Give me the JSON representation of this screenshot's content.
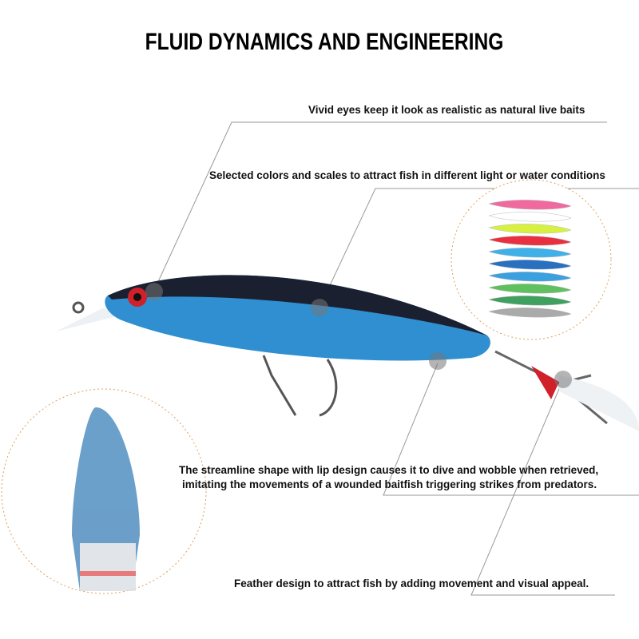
{
  "title": "FLUID DYNAMICS AND ENGINEERING",
  "callouts": [
    "Vivid eyes keep it look as realistic as natural live baits",
    "Selected colors and scales to attract fish in different light or water conditions",
    "The streamline shape with lip design causes it to dive and wobble when retrieved,",
    "imitating the movements of a wounded baitfish triggering strikes from predators.",
    "Feather design to attract fish by adding movement and visual appeal."
  ],
  "colors": {
    "lure_body": "#2f8fd0",
    "lure_back": "#1a2030",
    "accent_red": "#d0202a",
    "leader_line": "#999999",
    "circle_outline": "#e0a060"
  },
  "lure_variants": [
    "#f06aa0",
    "#ffffff",
    "#d8f040",
    "#e83040",
    "#40b0e8",
    "#2a70c0",
    "#3aa0e0",
    "#60c060",
    "#40a060",
    "#aaaaaa"
  ]
}
